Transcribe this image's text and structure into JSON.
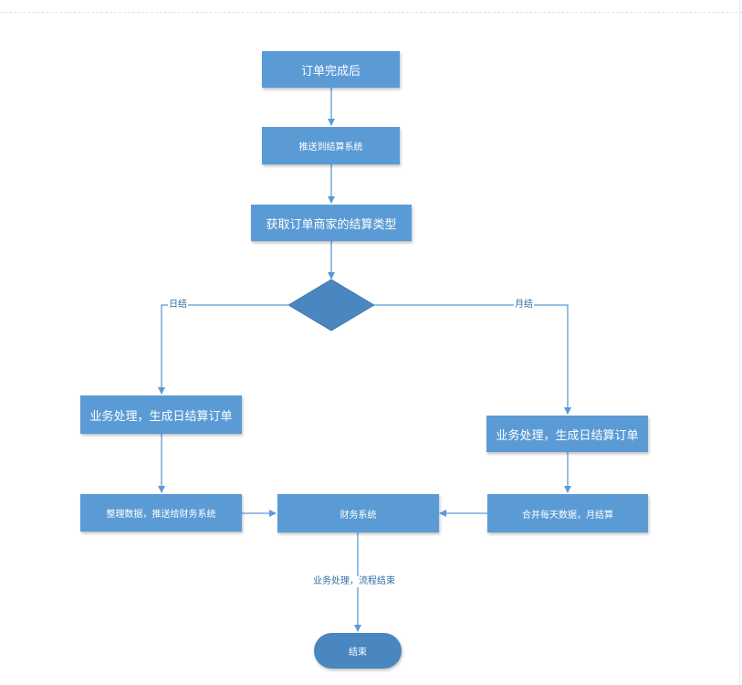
{
  "flow": {
    "start": "订单完成后",
    "push": "推送到结算系统",
    "get_type": "获取订单商家的结算类型",
    "daily": "日结",
    "monthly": "月结",
    "left_process": "业务处理，生成日结算订单",
    "right_process": "业务处理，生成日结算订单",
    "left_organize": "整理数据，推送给财务系统",
    "finance": "财务系统",
    "right_merge": "合并每天数据，月结算",
    "done_label": "业务处理，流程结束",
    "end": "结束"
  },
  "colors": {
    "box": "#5b9bd5",
    "diamond": "#4a86c0",
    "line": "#5b9bd5",
    "label_text": "#2e6da4"
  }
}
